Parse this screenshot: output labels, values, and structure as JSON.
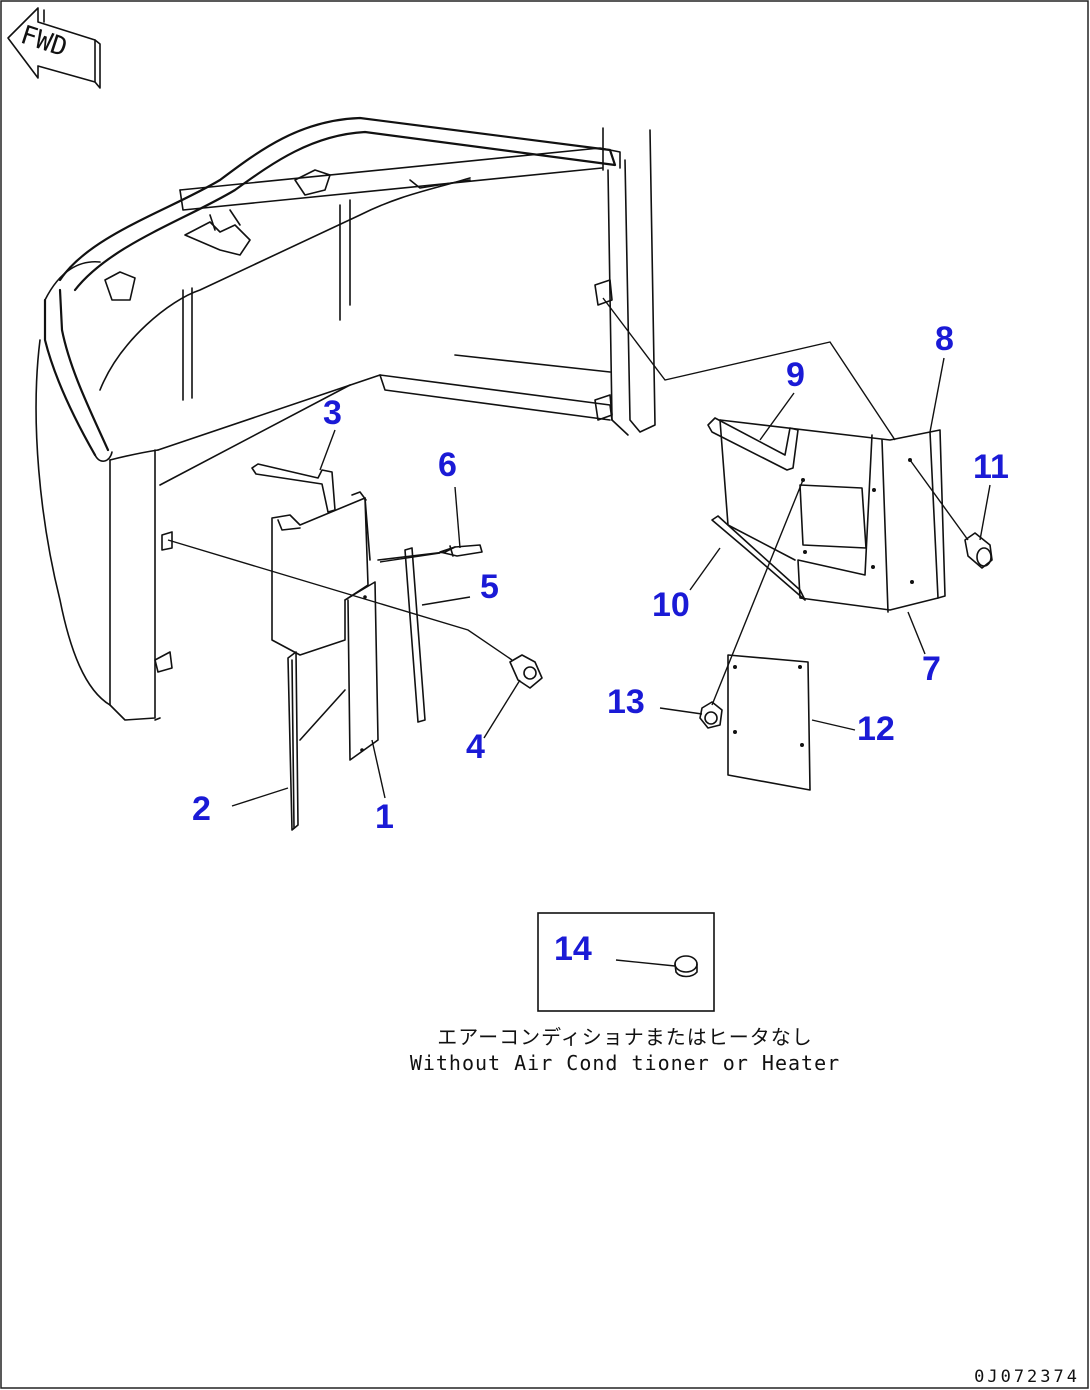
{
  "fwd_label": "FWD",
  "callouts": [
    {
      "id": "1",
      "label": "1"
    },
    {
      "id": "2",
      "label": "2"
    },
    {
      "id": "3",
      "label": "3"
    },
    {
      "id": "4",
      "label": "4"
    },
    {
      "id": "5",
      "label": "5"
    },
    {
      "id": "6",
      "label": "6"
    },
    {
      "id": "7",
      "label": "7"
    },
    {
      "id": "8",
      "label": "8"
    },
    {
      "id": "9",
      "label": "9"
    },
    {
      "id": "10",
      "label": "10"
    },
    {
      "id": "11",
      "label": "11"
    },
    {
      "id": "12",
      "label": "12"
    },
    {
      "id": "13",
      "label": "13"
    },
    {
      "id": "14",
      "label": "14"
    }
  ],
  "inset": {
    "caption_jp": "エアーコンディショナまたはヒータなし",
    "caption_en": "Without Air Cond tioner or Heater"
  },
  "drawing_number": "0J072374",
  "colors": {
    "callout": "#1a1ad6",
    "line": "#111111"
  }
}
